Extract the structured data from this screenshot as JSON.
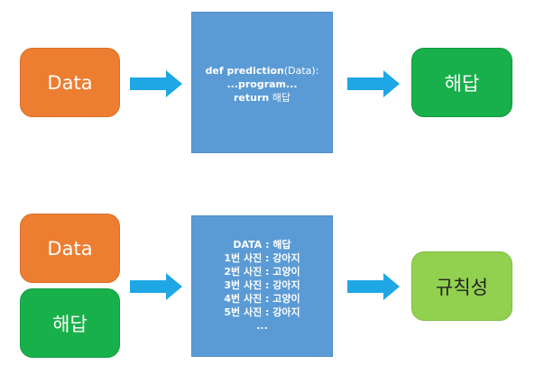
{
  "top_row": {
    "input_label": "Data",
    "process_lines": [
      {
        "bold": "def prediction",
        "normal": "(Data):"
      },
      {
        "bold": "...program...",
        "normal": ""
      },
      {
        "bold": "return",
        "normal": " 해답"
      }
    ],
    "output_label": "해답"
  },
  "bottom_row": {
    "input_data_label": "Data",
    "input_answer_label": "해답",
    "process_lines": [
      "DATA : 해답",
      "1번 사진 : 강아지",
      "2번 사진 : 고양이",
      "3번 사진 : 강아지",
      "4번 사진 : 고양이",
      "5번 사진 : 강아지",
      "..."
    ],
    "output_label": "규칙성"
  },
  "colors": {
    "orange": "#ed7d31",
    "dark_green": "#18b04a",
    "light_green": "#92d050",
    "blue": "#5b9bd5",
    "arrow": "#1fa7e5"
  }
}
